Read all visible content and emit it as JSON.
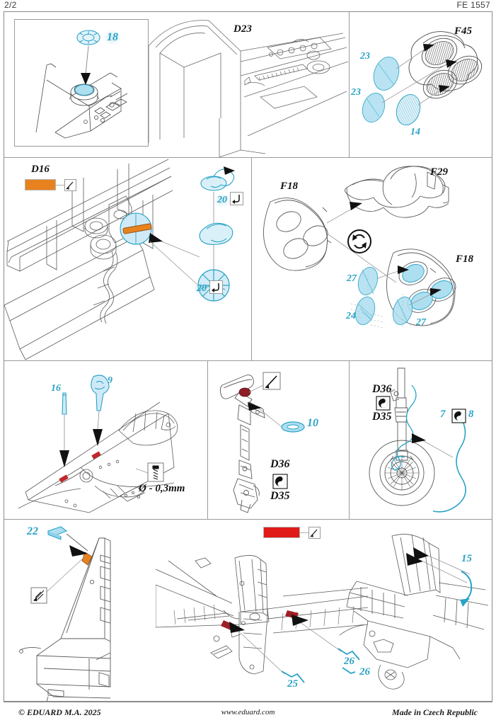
{
  "header": {
    "page": "2/2",
    "kit_code": "FE 1557"
  },
  "footer": {
    "copyright": "© EDUARD  M.A. 2025",
    "website": "www.eduard.com",
    "origin": "Made in Czech Republic"
  },
  "colors": {
    "pe_blue": "#2aa3c7",
    "part_fill": "#addff0",
    "orange_paint": "#E8821E",
    "red_paint": "#E01B18",
    "outline": "#4a4a4a",
    "frame": "#8a8a8a",
    "highlight_red": "#c0272d"
  },
  "panels": [
    {
      "id": "panel-18",
      "name": "step-18-instrument",
      "labels": [],
      "part_numbers": [
        "18"
      ],
      "icons": [
        "down-arrow-icon"
      ]
    },
    {
      "id": "panel-d23",
      "name": "step-d23-fuselage",
      "labels": [
        "D23"
      ],
      "part_numbers": [],
      "icons": []
    },
    {
      "id": "panel-f45",
      "name": "step-f45-intake-screens",
      "labels": [
        "F45"
      ],
      "part_numbers": [
        "23",
        "23",
        "14"
      ],
      "icons": [
        "arrow-icon",
        "arrow-icon",
        "arrow-icon"
      ]
    },
    {
      "id": "panel-d16",
      "name": "step-d16-cockpit-sidewall",
      "labels": [
        "D16"
      ],
      "part_numbers": [
        "20",
        "20"
      ],
      "icons": [
        "paint-brush-icon",
        "bend-icon",
        "bend-icon"
      ],
      "paint": {
        "label": "D16",
        "color": "#E8821E"
      }
    },
    {
      "id": "panel-f18",
      "name": "step-f18-f29-exhaust",
      "labels": [
        "F18",
        "F29",
        "F18"
      ],
      "part_numbers": [
        "27",
        "24",
        "27"
      ],
      "icons": [
        "rotate-icon",
        "arrow-icon"
      ]
    },
    {
      "id": "panel-16-9",
      "name": "step-16-9-wing-root",
      "labels": [],
      "part_numbers": [
        "16",
        "9"
      ],
      "note": "Ø - 0,3mm",
      "icons": [
        "drill-icon",
        "down-arrow-icon"
      ]
    },
    {
      "id": "panel-10",
      "name": "step-10-gear-leg",
      "labels": [
        "D36",
        "D35"
      ],
      "part_numbers": [
        "10"
      ],
      "icons": [
        "knife-icon",
        "remove-part-icon"
      ]
    },
    {
      "id": "panel-wheel",
      "name": "step-7-8-brake-lines",
      "labels": [
        "D36",
        "D35"
      ],
      "part_numbers": [
        "7",
        "8"
      ],
      "icons": [
        "remove-part-icon",
        "remove-part-icon"
      ]
    },
    {
      "id": "panel-22",
      "name": "step-22-tail-fin",
      "labels": [],
      "part_numbers": [
        "22"
      ],
      "icons": [
        "sand-icon",
        "arrow-icon"
      ]
    },
    {
      "id": "panel-tail",
      "name": "step-25-26-tailplane",
      "labels": [],
      "part_numbers": [
        "25",
        "26"
      ],
      "paint": {
        "label": "",
        "color": "#E01B18"
      },
      "icons": [
        "paint-brush-icon",
        "arrow-icon",
        "arrow-icon"
      ]
    },
    {
      "id": "panel-15",
      "name": "step-15-tail-detail",
      "labels": [],
      "part_numbers": [
        "15",
        "26"
      ],
      "icons": [
        "arrow-icon"
      ]
    }
  ],
  "text": {
    "d23": "D23",
    "f45": "F45",
    "d16": "D16",
    "f18a": "F18",
    "f29": "F29",
    "f18b": "F18",
    "d36a": "D36",
    "d35a": "D35",
    "d36b": "D36",
    "d35b": "D35",
    "drill_note": "Ø - 0,3mm",
    "n18": "18",
    "n23a": "23",
    "n23b": "23",
    "n14": "14",
    "n20a": "20",
    "n20b": "20",
    "n27a": "27",
    "n24": "24",
    "n27b": "27",
    "n16": "16",
    "n9": "9",
    "n10": "10",
    "n7": "7",
    "n8": "8",
    "n22": "22",
    "n25": "25",
    "n26": "26",
    "n15": "15",
    "n26b": "26"
  }
}
